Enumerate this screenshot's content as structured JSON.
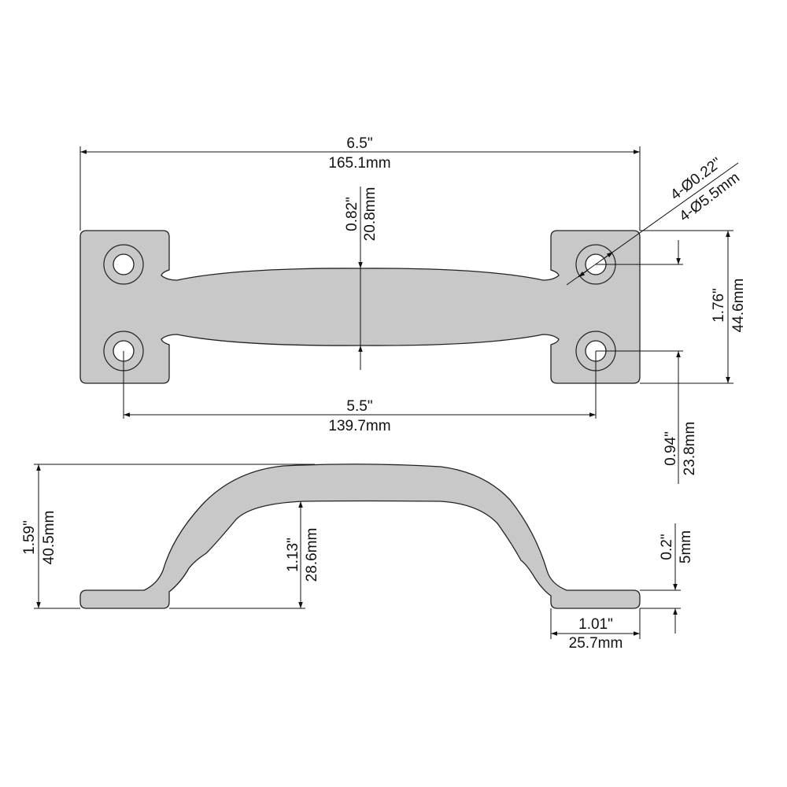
{
  "colors": {
    "part_fill": "#c8c8c8",
    "line": "#111111"
  },
  "top_view": {
    "overall_length": {
      "inch": "6.5\"",
      "mm": "165.1mm"
    },
    "grip_width": {
      "inch": "0.82\"",
      "mm": "20.8mm"
    },
    "hole_spacing": {
      "inch": "5.5\"",
      "mm": "139.7mm"
    },
    "plate_height": {
      "inch": "1.76\"",
      "mm": "44.6mm"
    },
    "hole_diameter": {
      "inch": "4-Ø0.22\"",
      "mm": "4-Ø5.5mm"
    },
    "hole_vertical_spacing": {
      "inch": "0.94\"",
      "mm": "23.8mm"
    }
  },
  "side_view": {
    "overall_height": {
      "inch": "1.59\"",
      "mm": "40.5mm"
    },
    "clearance": {
      "inch": "1.13\"",
      "mm": "28.6mm"
    },
    "foot_thickness": {
      "inch": "0.2\"",
      "mm": "5mm"
    },
    "foot_length": {
      "inch": "1.01\"",
      "mm": "25.7mm"
    }
  }
}
